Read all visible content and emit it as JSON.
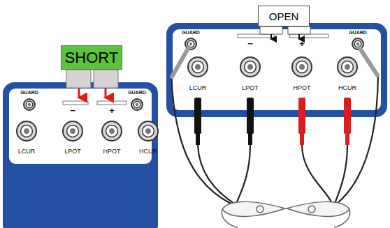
{
  "diagram": {
    "nodes": [
      {
        "text": [
          "SHORT"
        ]
      },
      {
        "text": [
          "OPEN"
        ]
      }
    ],
    "labels": [
      "GUARD",
      "GUARD",
      "−",
      "+",
      "LCUR",
      "LPOT",
      "HPOT",
      "HCUR",
      "GUARD",
      "GUARD",
      "−",
      "+",
      "LCUR",
      "LPOT",
      "HPOT",
      "HCUR"
    ]
  }
}
